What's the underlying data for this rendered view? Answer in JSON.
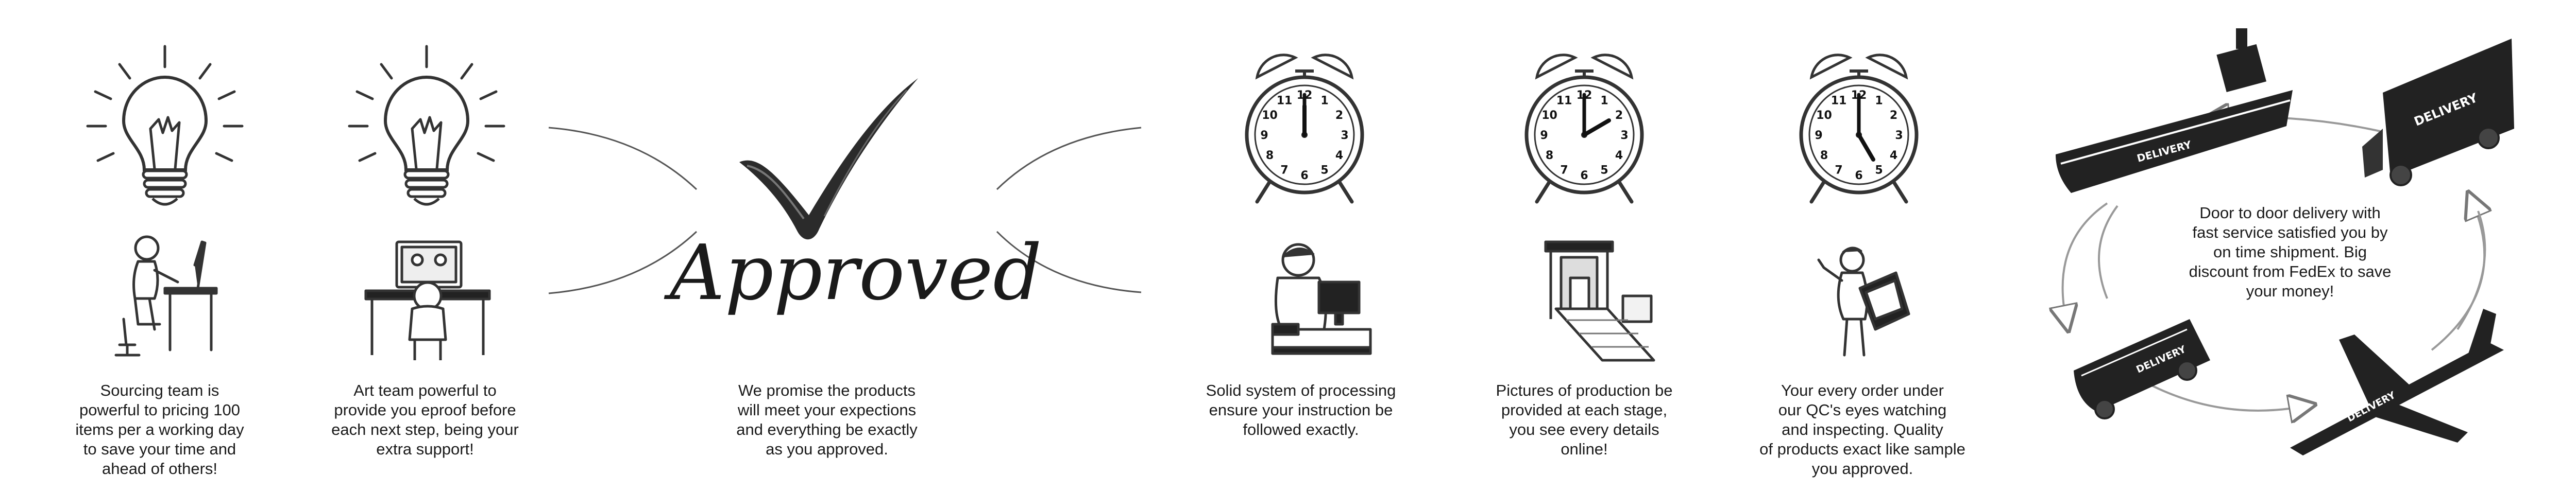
{
  "steps": [
    {
      "id": "sourcing",
      "icon": "lightbulb-icon",
      "figure": "person-at-desk-icon",
      "lines": [
        "Sourcing team is",
        "powerful to pricing 100",
        "items per a working day",
        "to save your time and",
        "ahead of others!"
      ]
    },
    {
      "id": "art",
      "icon": "lightbulb-icon",
      "figure": "designer-at-monitor-icon",
      "lines": [
        "Art team powerful to",
        "provide you eproof before",
        "each next step, being your",
        "extra support!"
      ]
    },
    {
      "id": "approved",
      "icon": "checkmark-icon",
      "word": "Approved",
      "lines": [
        "We promise the products",
        "will meet your expections",
        "and everything be exactly",
        "as you approved."
      ]
    },
    {
      "id": "processing",
      "icon": "alarm-clock-icon",
      "clock_hour": 12,
      "figure": "operator-at-computer-icon",
      "lines": [
        "Solid system of processing",
        "ensure your instruction be",
        "followed exactly."
      ]
    },
    {
      "id": "pictures",
      "icon": "alarm-clock-icon",
      "clock_hour": 2,
      "figure": "production-machine-icon",
      "lines": [
        "Pictures of production be",
        "provided at each stage,",
        "you see every details",
        "online!"
      ]
    },
    {
      "id": "qc",
      "icon": "alarm-clock-icon",
      "clock_hour": 5,
      "figure": "inspector-with-clipboard-icon",
      "lines": [
        "Your every order under",
        "our QC's eyes watching",
        "and inspecting. Quality",
        "of products exact like sample",
        "you approved."
      ]
    },
    {
      "id": "delivery",
      "icon": "delivery-cycle-icon",
      "vehicle_label": "DELIVERY",
      "lines": [
        "Door to door delivery with",
        "fast service satisfied you by",
        "on time shipment. Big",
        "discount from FedEx to save",
        "your money!"
      ]
    }
  ],
  "clock_numbers": [
    "12",
    "1",
    "2",
    "3",
    "4",
    "5",
    "6",
    "7",
    "8",
    "9",
    "10",
    "11"
  ],
  "colors": {
    "ink": "#1a1a1a",
    "line": "#555555",
    "light": "#9a9a9a"
  }
}
